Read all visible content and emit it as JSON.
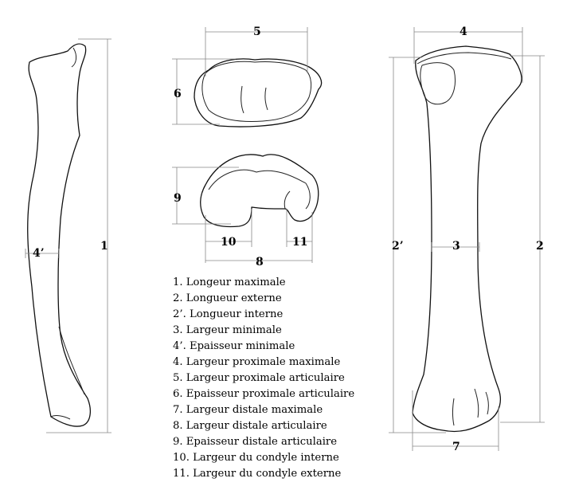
{
  "labels": {
    "l1": "1",
    "l2": "2",
    "l2p": "2’",
    "l3": "3",
    "l4": "4",
    "l4p": "4’",
    "l5": "5",
    "l6": "6",
    "l7": "7",
    "l8": "8",
    "l9": "9",
    "l10": "10",
    "l11": "11"
  },
  "legend": [
    "1. Longeur maximale",
    "2. Longueur externe",
    "2’. Longueur interne",
    "3. Largeur minimale",
    "4’. Epaisseur minimale",
    "4. Largeur proximale maximale",
    "5. Largeur proximale articulaire",
    "6. Epaisseur proximale articulaire",
    "7. Largeur distale maximale",
    "8. Largeur distale articulaire",
    "9. Epaisseur distale articulaire",
    "10. Largeur du condyle interne",
    "11. Largeur du condyle externe"
  ]
}
